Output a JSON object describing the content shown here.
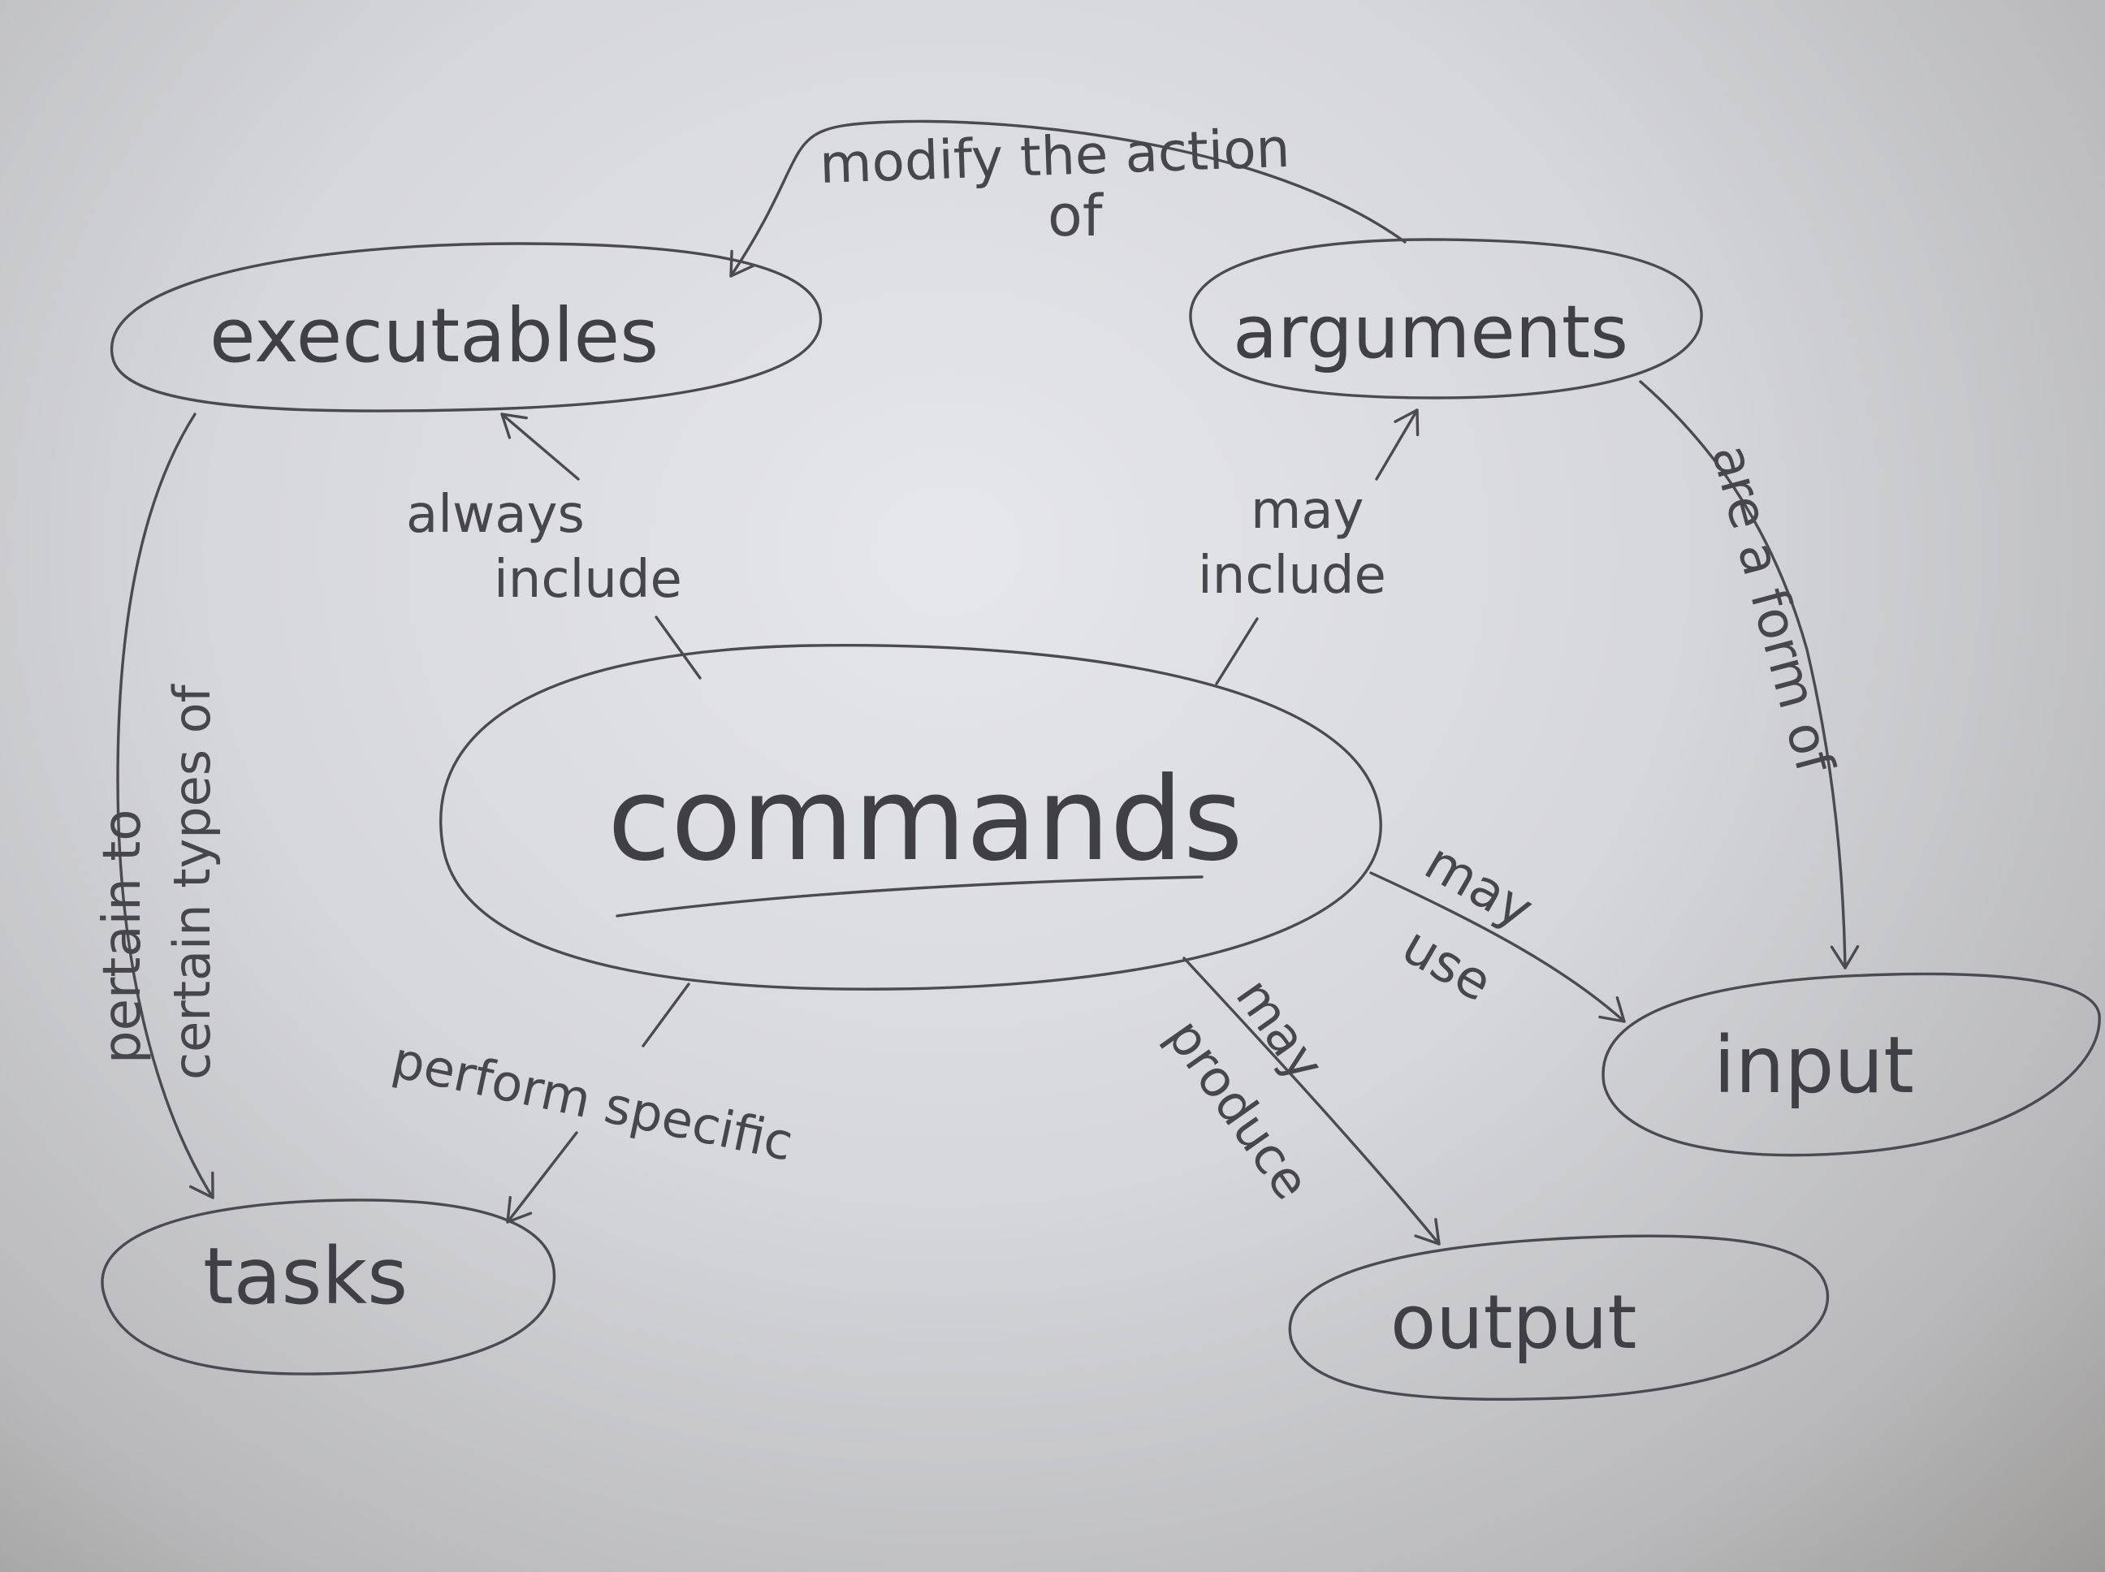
{
  "nodes": {
    "commands": "commands",
    "executables": "executables",
    "arguments": "arguments",
    "tasks": "tasks",
    "input": "input",
    "output": "output"
  },
  "edges": {
    "modify_line1": "modify the action",
    "modify_line2": "of",
    "always_line1": "always",
    "always_line2": "include",
    "may_include_line1": "may",
    "may_include_line2": "include",
    "pertain_line1": "pertain to",
    "pertain_line2": "certain types of",
    "form_of": "are a form of",
    "perform": "perform specific",
    "use_line1": "may",
    "use_line2": "use",
    "produce_line1": "may",
    "produce_line2": "produce"
  }
}
